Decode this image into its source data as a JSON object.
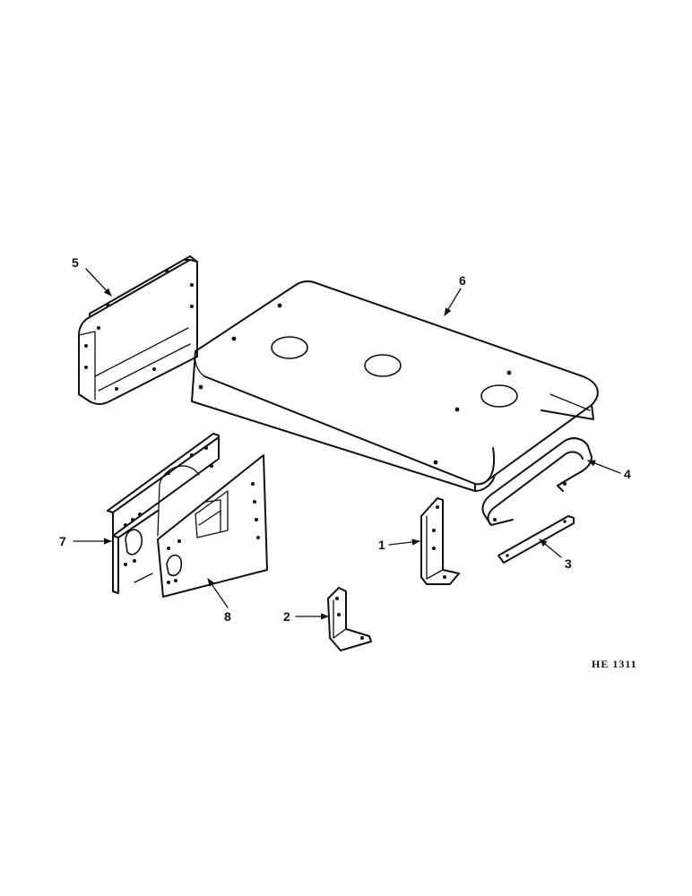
{
  "callouts": {
    "c1": "1",
    "c2": "2",
    "c3": "3",
    "c4": "4",
    "c5": "5",
    "c6": "6",
    "c7": "7",
    "c8": "8"
  },
  "reference_code": "HE 1311"
}
